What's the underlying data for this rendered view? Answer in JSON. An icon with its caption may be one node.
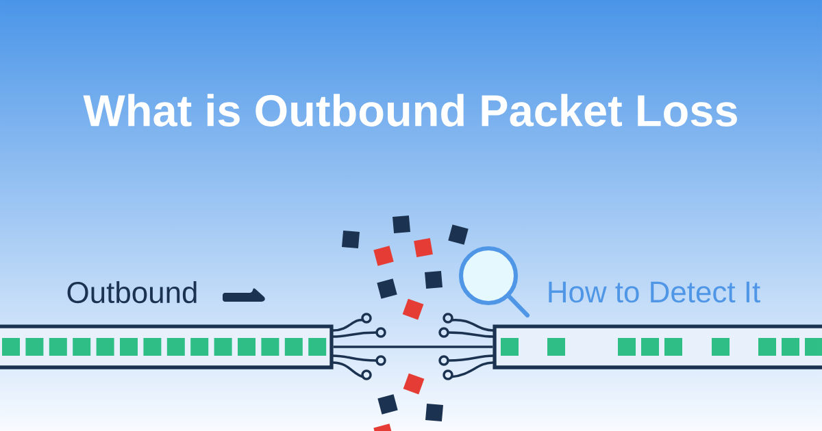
{
  "diagram": {
    "title": "What is Outbound Packet Loss",
    "nodes": [
      {
        "text": [],
        "shape": "bar"
      },
      {
        "text": [],
        "shape": "bar"
      }
    ],
    "edges": [
      {
        "from": 0,
        "to": 1,
        "arrow": "none"
      }
    ],
    "labels": [
      "Outbound",
      "How to Detect It"
    ]
  }
}
